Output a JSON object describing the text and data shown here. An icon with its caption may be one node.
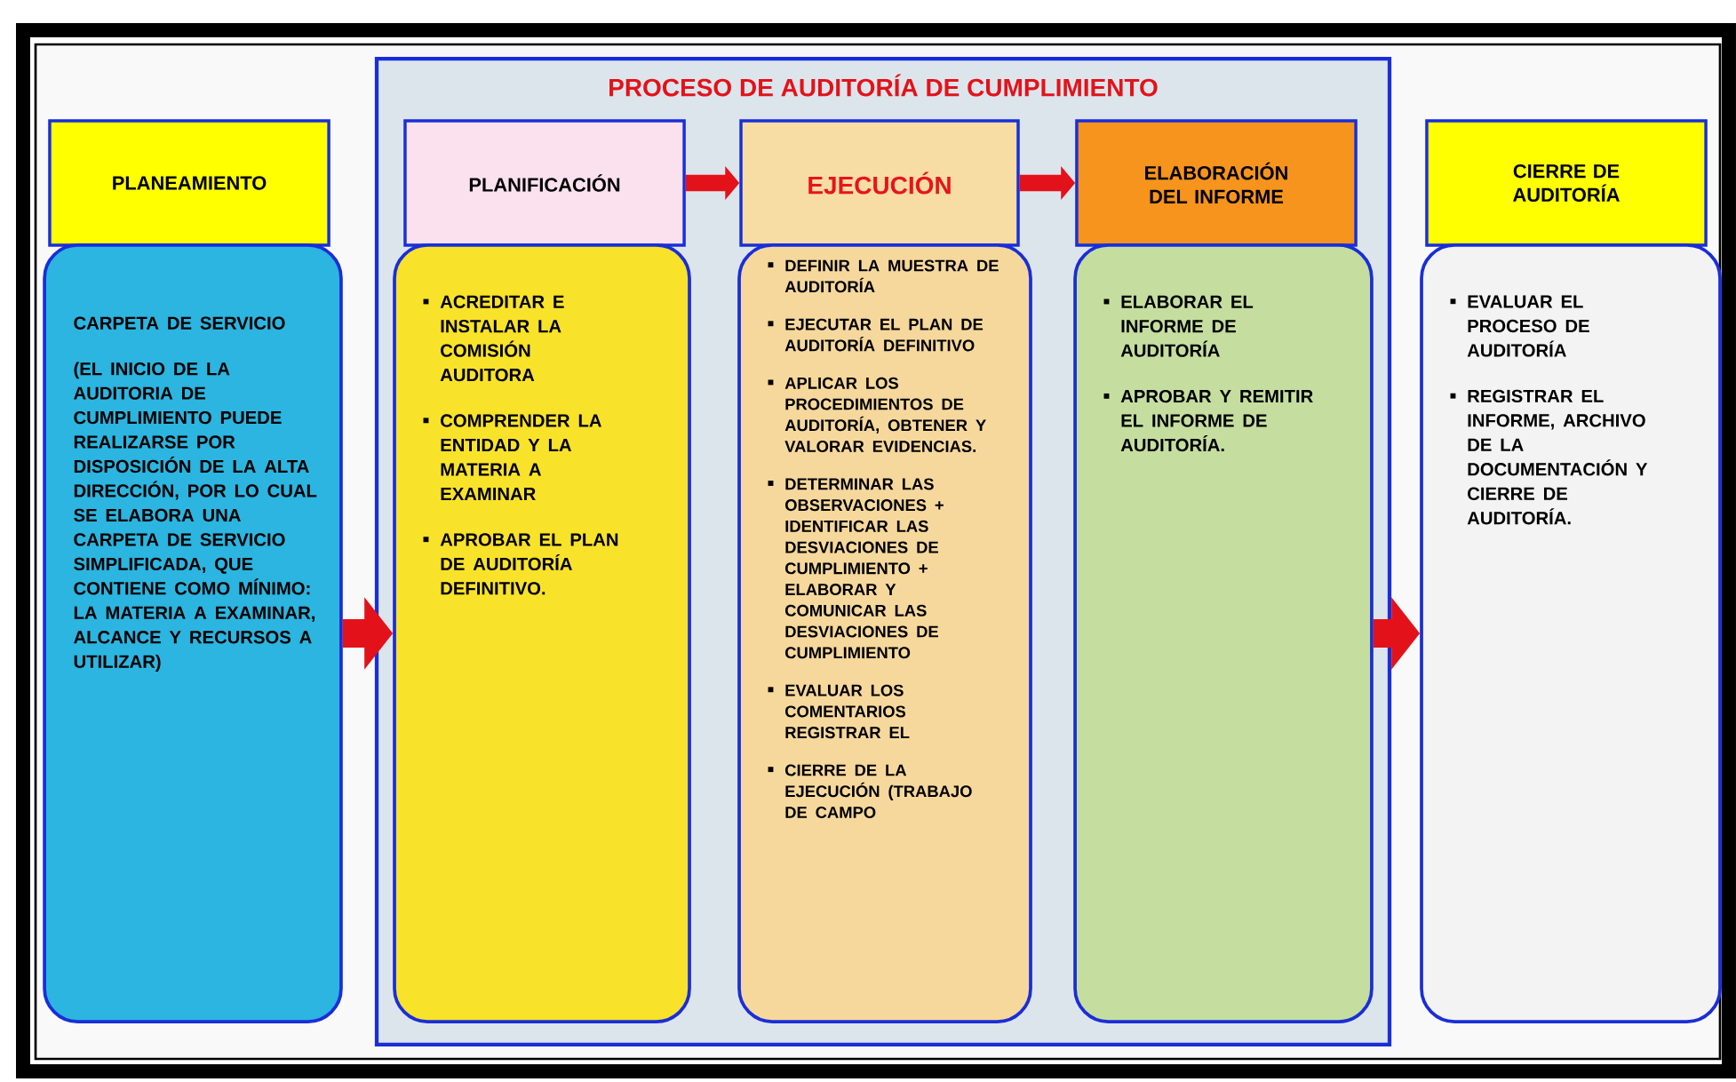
{
  "diagram": {
    "nodes": [
      {
        "text": [
          "PLANEAMIENTO"
        ]
      },
      {
        "text": [
          "CARPETA DE SERVICIO",
          "(EL INICIO DE LA AUDITORIA DE CUMPLIMIENTO PUEDE REALIZARSE POR DISPOSICIÓN DE LA ALTA DIRECCIÓN, POR LO CUAL SE ELABORA UNA CARPETA DE SERVICIO SIMPLIFICADA, QUE CONTIENE COMO MÍNIMO: LA MATERIA A EXAMINAR, ALCANCE Y RECURSOS A UTILIZAR)"
        ]
      },
      {
        "text": [
          "PROCESO DE AUDITORÍA DE CUMPLIMIENTO"
        ]
      },
      {
        "text": [
          "PLANIFICACIÓN"
        ],
        "in": 2
      },
      {
        "text": [
          "ACREDITAR E INSTALAR LA COMISIÓN AUDITORA",
          "COMPRENDER LA ENTIDAD Y LA MATERIA A EXAMINAR",
          "APROBAR EL PLAN DE AUDITORÍA DEFINITIVO."
        ],
        "in": 2
      },
      {
        "text": [
          "EJECUCIÓN"
        ],
        "in": 2
      },
      {
        "text": [
          "DEFINIR LA MUESTRA DE AUDITORÍA",
          "EJECUTAR EL PLAN DE AUDITORÍA DEFINITIVO",
          "APLICAR LOS PROCEDIMIENTOS DE AUDITORÍA, OBTENER Y VALORAR EVIDENCIAS.",
          "DETERMINAR LAS OBSERVACIONES + IDENTIFICAR LAS DESVIACIONES DE CUMPLIMIENTO + ELABORAR Y COMUNICAR LAS DESVIACIONES DE CUMPLIMIENTO",
          "EVALUAR LOS COMENTARIOS REGISTRAR EL",
          "CIERRE DE LA EJECUCIÓN (TRABAJO DE CAMPO"
        ],
        "in": 2
      },
      {
        "text": [
          "ELABORACIÓN DEL INFORME"
        ],
        "in": 2
      },
      {
        "text": [
          "ELABORAR EL INFORME DE AUDITORÍA",
          "APROBAR Y REMITIR EL INFORME DE AUDITORÍA."
        ],
        "in": 2
      },
      {
        "text": [
          "CIERRE DE AUDITORÍA"
        ]
      },
      {
        "text": [
          "EVALUAR EL PROCESO DE AUDITORÍA",
          "REGISTRAR EL INFORME, ARCHIVO DE LA DOCUMENTACIÓN Y CIERRE DE AUDITORÍA."
        ]
      }
    ],
    "edges": [
      {
        "from": 1,
        "to": 4,
        "arrow": "to"
      },
      {
        "from": 3,
        "to": 5,
        "arrow": "to"
      },
      {
        "from": 5,
        "to": 7,
        "arrow": "to"
      },
      {
        "from": 8,
        "to": 10,
        "arrow": "to"
      }
    ]
  }
}
